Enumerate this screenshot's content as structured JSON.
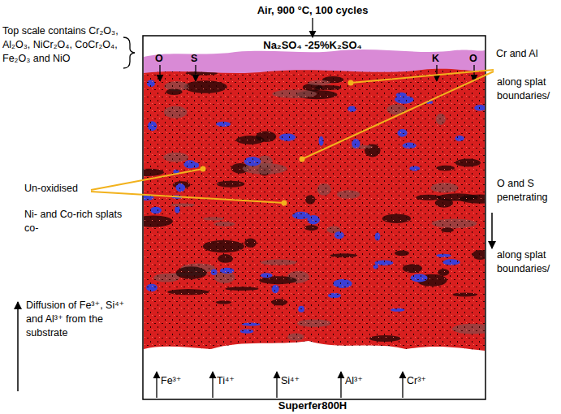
{
  "diagram": {
    "labels": [
      "Air, 900 °C, 100 cycles",
      "Na₂SO₄ -25%K₂SO₄",
      "O",
      "S",
      "K",
      "O",
      "Top scale contains Cr₂O₃, Al₂O₃, NiCr₂O₄, CoCr₂O₄, Fe₂O₃ and NiO",
      "Un-oxidised",
      "Ni- and Co-rich splats co-",
      "Diffusion of Fe³⁺, Si⁴⁺ and Al³⁺ from the substrate",
      "Cr and Al",
      "along splat boundaries/",
      "O and S penetrating",
      "along splat boundaries/",
      "Fe³⁺",
      "Ti⁴⁺",
      "Si⁴⁺",
      "Al³⁺",
      "Cr³⁺",
      "Superfer800H"
    ]
  }
}
